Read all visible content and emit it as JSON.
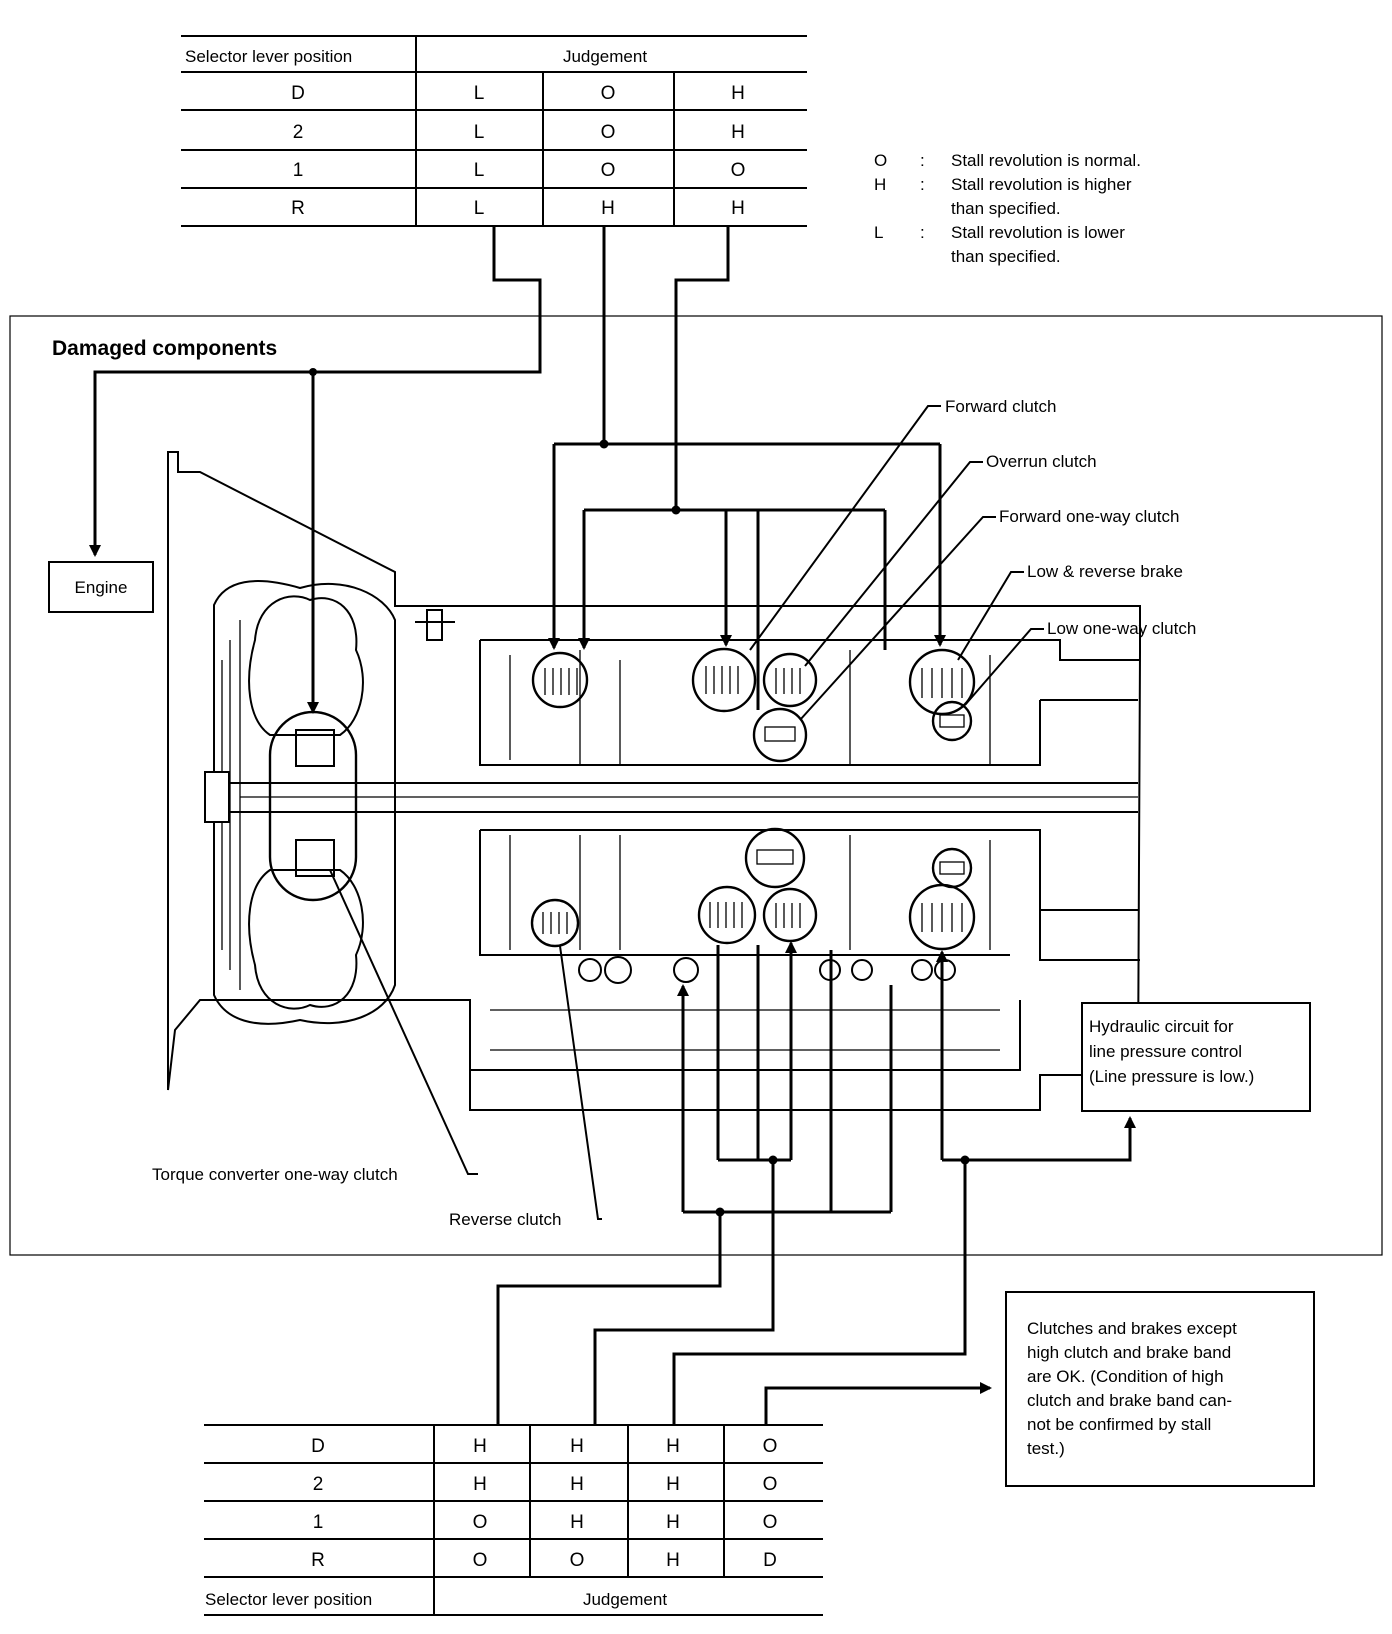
{
  "top_table": {
    "header_position": "Selector lever position",
    "header_judgement": "Judgement",
    "rows": [
      {
        "position": "D",
        "values": [
          "L",
          "O",
          "H"
        ]
      },
      {
        "position": "2",
        "values": [
          "L",
          "O",
          "H"
        ]
      },
      {
        "position": "1",
        "values": [
          "L",
          "O",
          "O"
        ]
      },
      {
        "position": "R",
        "values": [
          "L",
          "H",
          "H"
        ]
      }
    ]
  },
  "legend": [
    {
      "symbol": "O",
      "sep": ":",
      "lines": [
        "Stall revolution is normal."
      ]
    },
    {
      "symbol": "H",
      "sep": ":",
      "lines": [
        "Stall revolution is higher",
        "than specified."
      ]
    },
    {
      "symbol": "L",
      "sep": ":",
      "lines": [
        "Stall revolution is lower",
        "than specified."
      ]
    }
  ],
  "section_title": "Damaged components",
  "engine_label": "Engine",
  "labels": {
    "forward_clutch": "Forward clutch",
    "overrun_clutch": "Overrun clutch",
    "forward_one_way_clutch": "Forward one-way clutch",
    "low_reverse_brake": "Low & reverse brake",
    "low_one_way_clutch": "Low one-way clutch",
    "torque_converter_one_way_clutch": "Torque converter one-way clutch",
    "reverse_clutch": "Reverse clutch"
  },
  "hydraulic_box": [
    "Hydraulic circuit for",
    "line pressure control",
    "(Line pressure is low.)"
  ],
  "ok_box": [
    "Clutches and brakes except",
    "high clutch and brake band",
    "are OK. (Condition of high",
    "clutch and brake band can-",
    "not be confirmed by stall",
    "test.)"
  ],
  "bottom_table": {
    "header_position": "Selector lever position",
    "header_judgement": "Judgement",
    "rows": [
      {
        "position": "D",
        "values": [
          "H",
          "H",
          "H",
          "O"
        ]
      },
      {
        "position": "2",
        "values": [
          "H",
          "H",
          "H",
          "O"
        ]
      },
      {
        "position": "1",
        "values": [
          "O",
          "H",
          "H",
          "O"
        ]
      },
      {
        "position": "R",
        "values": [
          "O",
          "O",
          "H",
          "D"
        ]
      }
    ]
  }
}
